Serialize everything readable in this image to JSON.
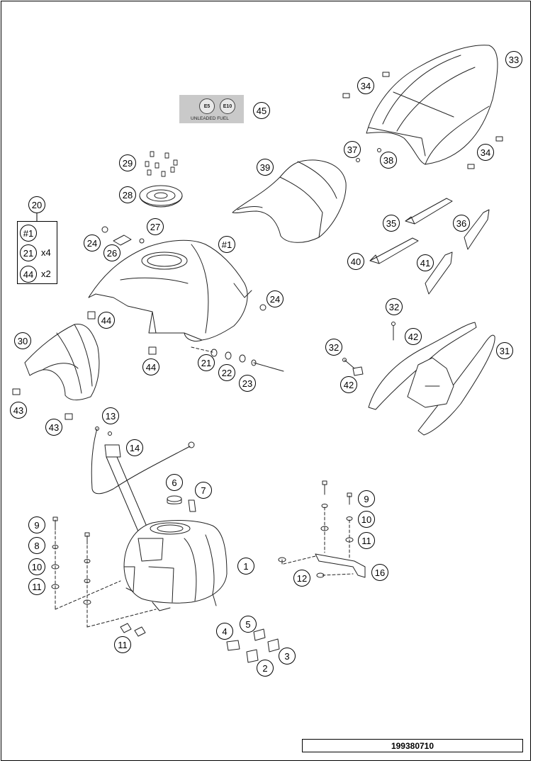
{
  "drawing_number": "199380710",
  "fuel_label": {
    "badge_left": "E5",
    "badge_right": "E10",
    "text": "UNLEADED FUEL"
  },
  "legend": {
    "group": "20",
    "rows": [
      {
        "item": "#1",
        "qty": ""
      },
      {
        "item": "21",
        "qty": "x4"
      },
      {
        "item": "44",
        "qty": "x2"
      }
    ]
  },
  "callouts": {
    "c45": "45",
    "c33": "33",
    "c34a": "34",
    "c34b": "34",
    "c37": "37",
    "c38": "38",
    "c29": "29",
    "c28": "28",
    "c39": "39",
    "c27": "27",
    "c24a": "24",
    "c26": "26",
    "c1h": "#1",
    "c24b": "24",
    "c35": "35",
    "c36": "36",
    "c40": "40",
    "c41": "41",
    "c44a": "44",
    "c30": "30",
    "c44b": "44",
    "c21": "21",
    "c22": "22",
    "c23": "23",
    "c32a": "32",
    "c42a": "42",
    "c32b": "32",
    "c31": "31",
    "c42b": "42",
    "c43a": "43",
    "c43b": "43",
    "c13": "13",
    "c14": "14",
    "c6": "6",
    "c7": "7",
    "c9a": "9",
    "c8": "8",
    "c10a": "10",
    "c11a": "11",
    "c1": "1",
    "c9b": "9",
    "c10b": "10",
    "c11b": "11",
    "c12": "12",
    "c16": "16",
    "c4": "4",
    "c5": "5",
    "c3": "3",
    "c2": "2",
    "c11c": "11"
  }
}
